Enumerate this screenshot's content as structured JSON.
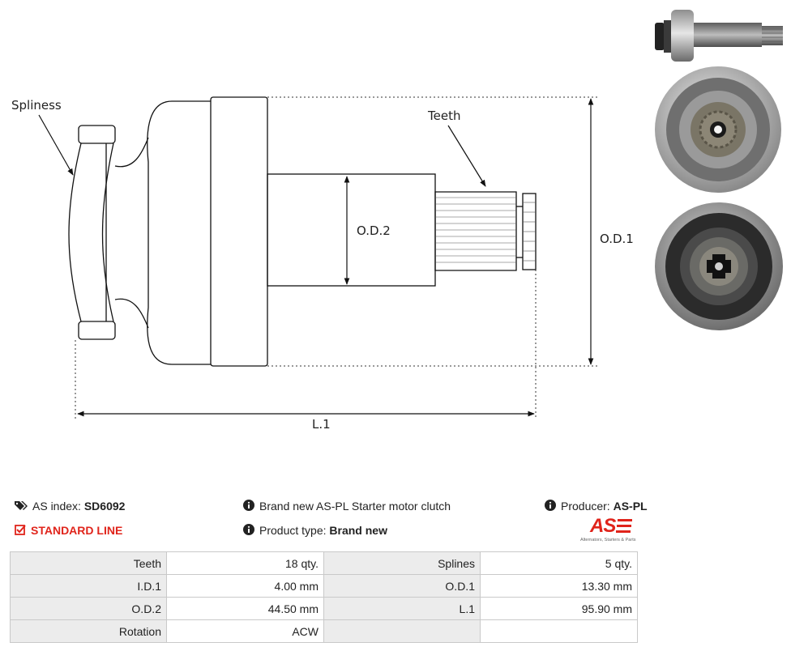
{
  "diagram": {
    "labels": {
      "spliness": "Spliness",
      "teeth": "Teeth",
      "od2": "O.D.2",
      "od1": "O.D.1",
      "l1": "L.1"
    }
  },
  "info": {
    "as_index_label": "AS index:",
    "as_index_value": "SD6092",
    "standard_line": "STANDARD LINE",
    "description": "Brand new AS-PL Starter motor clutch",
    "product_type_label": "Product type:",
    "product_type_value": "Brand new",
    "producer_label": "Producer:",
    "producer_value": "AS-PL",
    "logo_text": "AS",
    "logo_tagline": "Alternators, Starters & Parts"
  },
  "specs": [
    {
      "k1": "Teeth",
      "v1": "18 qty.",
      "k2": "Splines",
      "v2": "5 qty."
    },
    {
      "k1": "I.D.1",
      "v1": "4.00 mm",
      "k2": "O.D.1",
      "v2": "13.30 mm"
    },
    {
      "k1": "O.D.2",
      "v1": "44.50 mm",
      "k2": "L.1",
      "v2": "95.90 mm"
    },
    {
      "k1": "Rotation",
      "v1": "ACW",
      "k2": "",
      "v2": ""
    }
  ],
  "colors": {
    "accent_red": "#e0241b",
    "table_header_bg": "#ececec",
    "table_border": "#c9c9c9"
  }
}
